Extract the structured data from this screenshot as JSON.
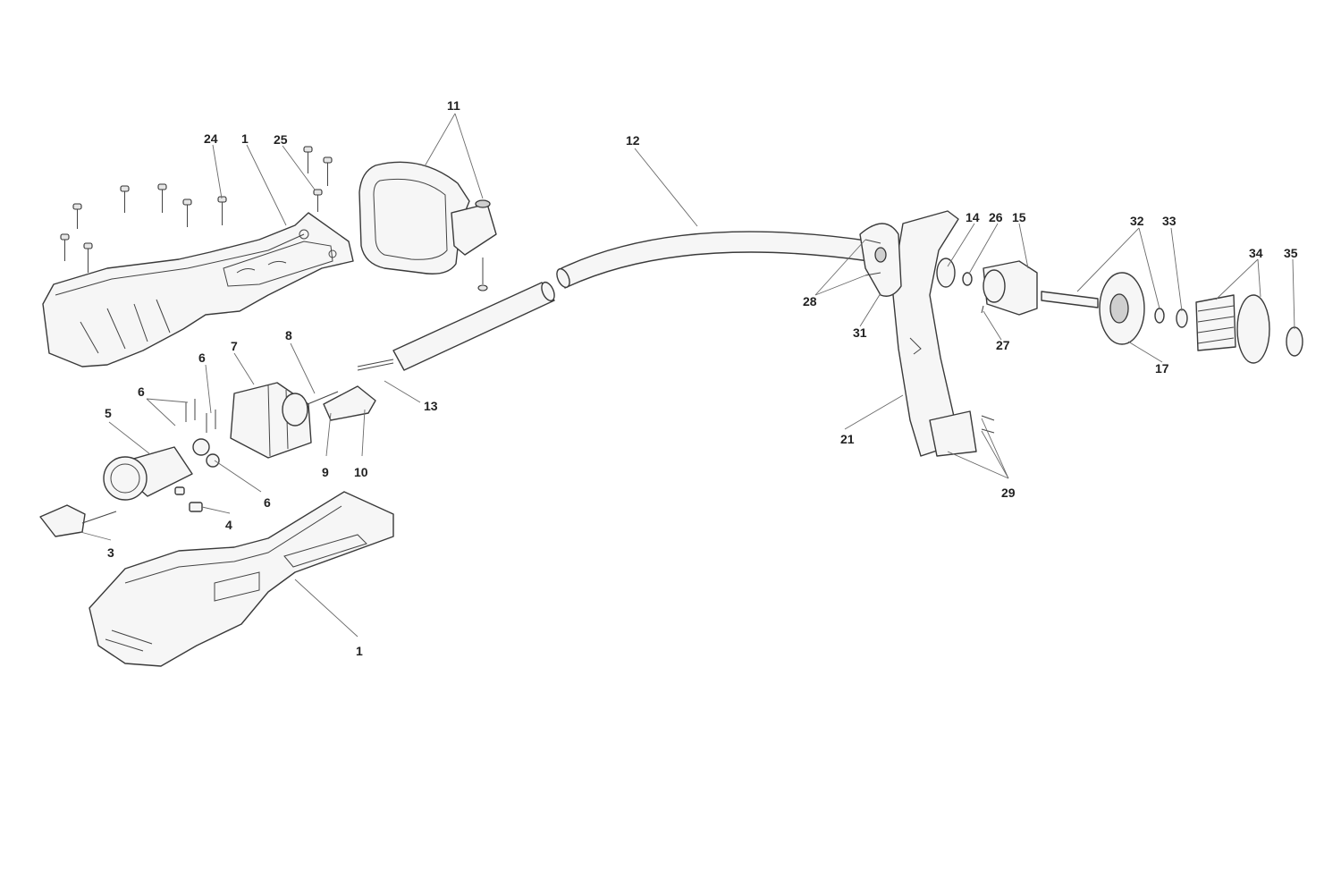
{
  "diagram": {
    "callouts": [
      {
        "id": "c11",
        "label": "11"
      },
      {
        "id": "c24",
        "label": "24"
      },
      {
        "id": "c1a",
        "label": "1"
      },
      {
        "id": "c25",
        "label": "25"
      },
      {
        "id": "c12",
        "label": "12"
      },
      {
        "id": "c14",
        "label": "14"
      },
      {
        "id": "c26",
        "label": "26"
      },
      {
        "id": "c15",
        "label": "15"
      },
      {
        "id": "c32",
        "label": "32"
      },
      {
        "id": "c33",
        "label": "33"
      },
      {
        "id": "c34",
        "label": "34"
      },
      {
        "id": "c35",
        "label": "35"
      },
      {
        "id": "c28",
        "label": "28"
      },
      {
        "id": "c31",
        "label": "31"
      },
      {
        "id": "c27",
        "label": "27"
      },
      {
        "id": "c17",
        "label": "17"
      },
      {
        "id": "c6a",
        "label": "6"
      },
      {
        "id": "c7",
        "label": "7"
      },
      {
        "id": "c8",
        "label": "8"
      },
      {
        "id": "c6b",
        "label": "6"
      },
      {
        "id": "c13",
        "label": "13"
      },
      {
        "id": "c21",
        "label": "21"
      },
      {
        "id": "c5",
        "label": "5"
      },
      {
        "id": "c9",
        "label": "9"
      },
      {
        "id": "c10",
        "label": "10"
      },
      {
        "id": "c29",
        "label": "29"
      },
      {
        "id": "c6c",
        "label": "6"
      },
      {
        "id": "c4",
        "label": "4"
      },
      {
        "id": "c3",
        "label": "3"
      },
      {
        "id": "c1b",
        "label": "1"
      }
    ]
  }
}
